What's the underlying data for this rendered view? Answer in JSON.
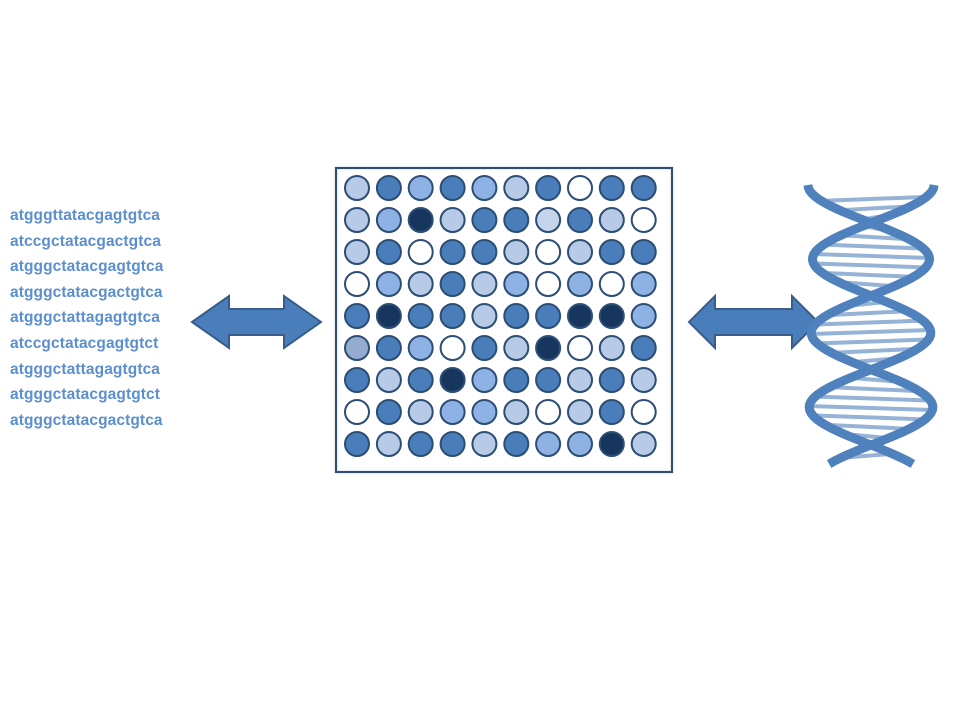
{
  "sequences": [
    "atgggttatacgagtgtca",
    "atccgctatacgactgtca",
    "atgggctatacgagtgtca",
    "atgggctatacgactgtca",
    "atgggctattagagtgtca",
    "atccgctatacgagtgtct",
    "atgggctattagagtgtca",
    "atgggctatacgagtgtct",
    "atgggctatacgactgtca"
  ],
  "colors": {
    "text": "#5b8fd0",
    "arrow_fill": "#4a7ebb",
    "arrow_stroke": "#385d8a",
    "grid_border": "#2e4f7a",
    "dot_stroke": "#2c4d76",
    "helix_strand": "#4f81bd",
    "helix_rung": "#95b3d7",
    "palette": [
      "#ffffff",
      "#c5d4ea",
      "#b7cae6",
      "#8eb2e3",
      "#94accf",
      "#4a7ebb",
      "#17365d"
    ]
  },
  "microarray": {
    "rows": 9,
    "cols": 10,
    "levels": [
      [
        2,
        5,
        3,
        5,
        3,
        2,
        5,
        0,
        5,
        5
      ],
      [
        2,
        3,
        6,
        2,
        5,
        5,
        1,
        5,
        2,
        0
      ],
      [
        2,
        5,
        0,
        5,
        5,
        2,
        0,
        2,
        5,
        5
      ],
      [
        0,
        3,
        2,
        5,
        2,
        3,
        0,
        3,
        0,
        3
      ],
      [
        5,
        6,
        5,
        5,
        2,
        5,
        5,
        6,
        6,
        3
      ],
      [
        4,
        5,
        3,
        0,
        5,
        2,
        6,
        0,
        2,
        5
      ],
      [
        5,
        2,
        5,
        6,
        3,
        5,
        5,
        2,
        5,
        2
      ],
      [
        0,
        5,
        2,
        3,
        3,
        2,
        0,
        2,
        5,
        0
      ],
      [
        5,
        2,
        5,
        5,
        2,
        5,
        3,
        3,
        6,
        2
      ]
    ]
  },
  "icons": {
    "left_arrow": "double-arrow-icon",
    "right_arrow": "double-arrow-icon",
    "dna": "dna-double-helix-icon"
  }
}
